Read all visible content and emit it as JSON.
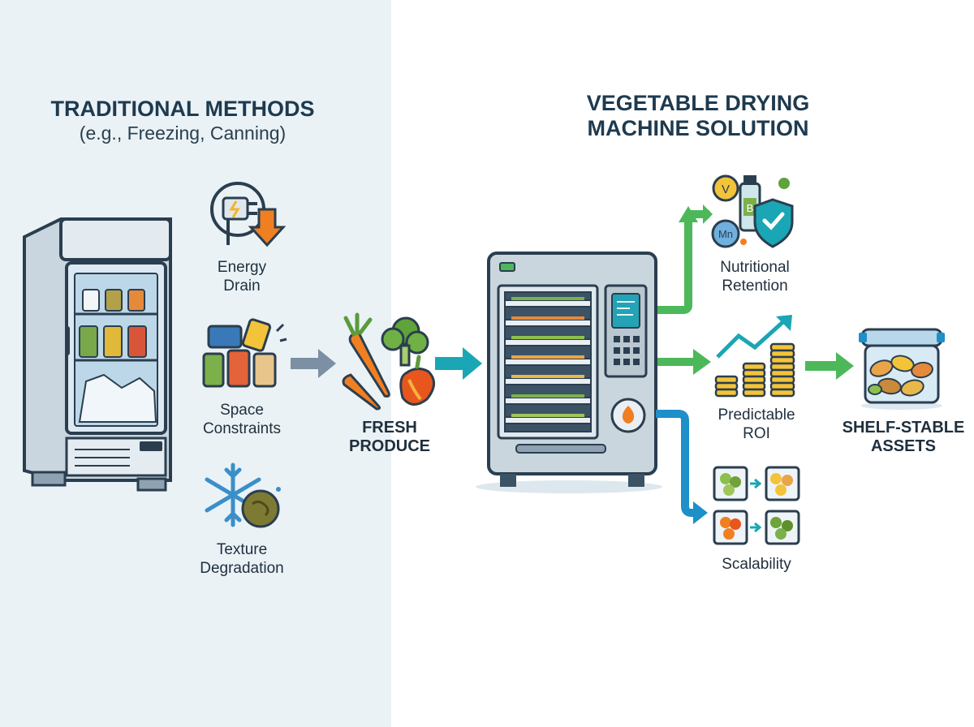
{
  "left": {
    "title": "TRADITIONAL METHODS",
    "subtitle": "(e.g., Freezing, Canning)",
    "items": [
      {
        "line1": "Energy",
        "line2": "Drain",
        "icon": "plug-arrow-down-icon"
      },
      {
        "line1": "Space",
        "line2": "Constraints",
        "icon": "stacked-jars-icon"
      },
      {
        "line1": "Texture",
        "line2": "Degradation",
        "icon": "snowflake-icon"
      }
    ],
    "device_icon": "freezer-icon"
  },
  "center": {
    "line1": "FRESH",
    "line2": "PRODUCE",
    "icon": "vegetables-icon"
  },
  "right": {
    "title_line1": "VEGETABLE DRYING",
    "title_line2": "MACHINE SOLUTION",
    "device_icon": "drying-machine-icon",
    "outcomes": [
      {
        "line1": "Nutritional",
        "line2": "Retention",
        "icon": "vitamins-shield-icon",
        "badges": [
          "V",
          "B",
          "Mn"
        ]
      },
      {
        "line1": "Predictable",
        "line2": "ROI",
        "icon": "coins-growth-icon"
      },
      {
        "line1": "Scalability",
        "icon": "scaling-grid-icon"
      }
    ],
    "final": {
      "line1": "SHELF-STABLE",
      "line2": "ASSETS",
      "icon": "storage-container-icon"
    }
  },
  "colors": {
    "left_bg": "#eaf2f6",
    "navy": "#1e3a4f",
    "arrow_teal": "#1aa6b4",
    "arrow_green": "#4cb85a",
    "arrow_blue": "#1d8fc9",
    "arrow_gray": "#7c8fa3",
    "accent_orange": "#f07f22"
  }
}
